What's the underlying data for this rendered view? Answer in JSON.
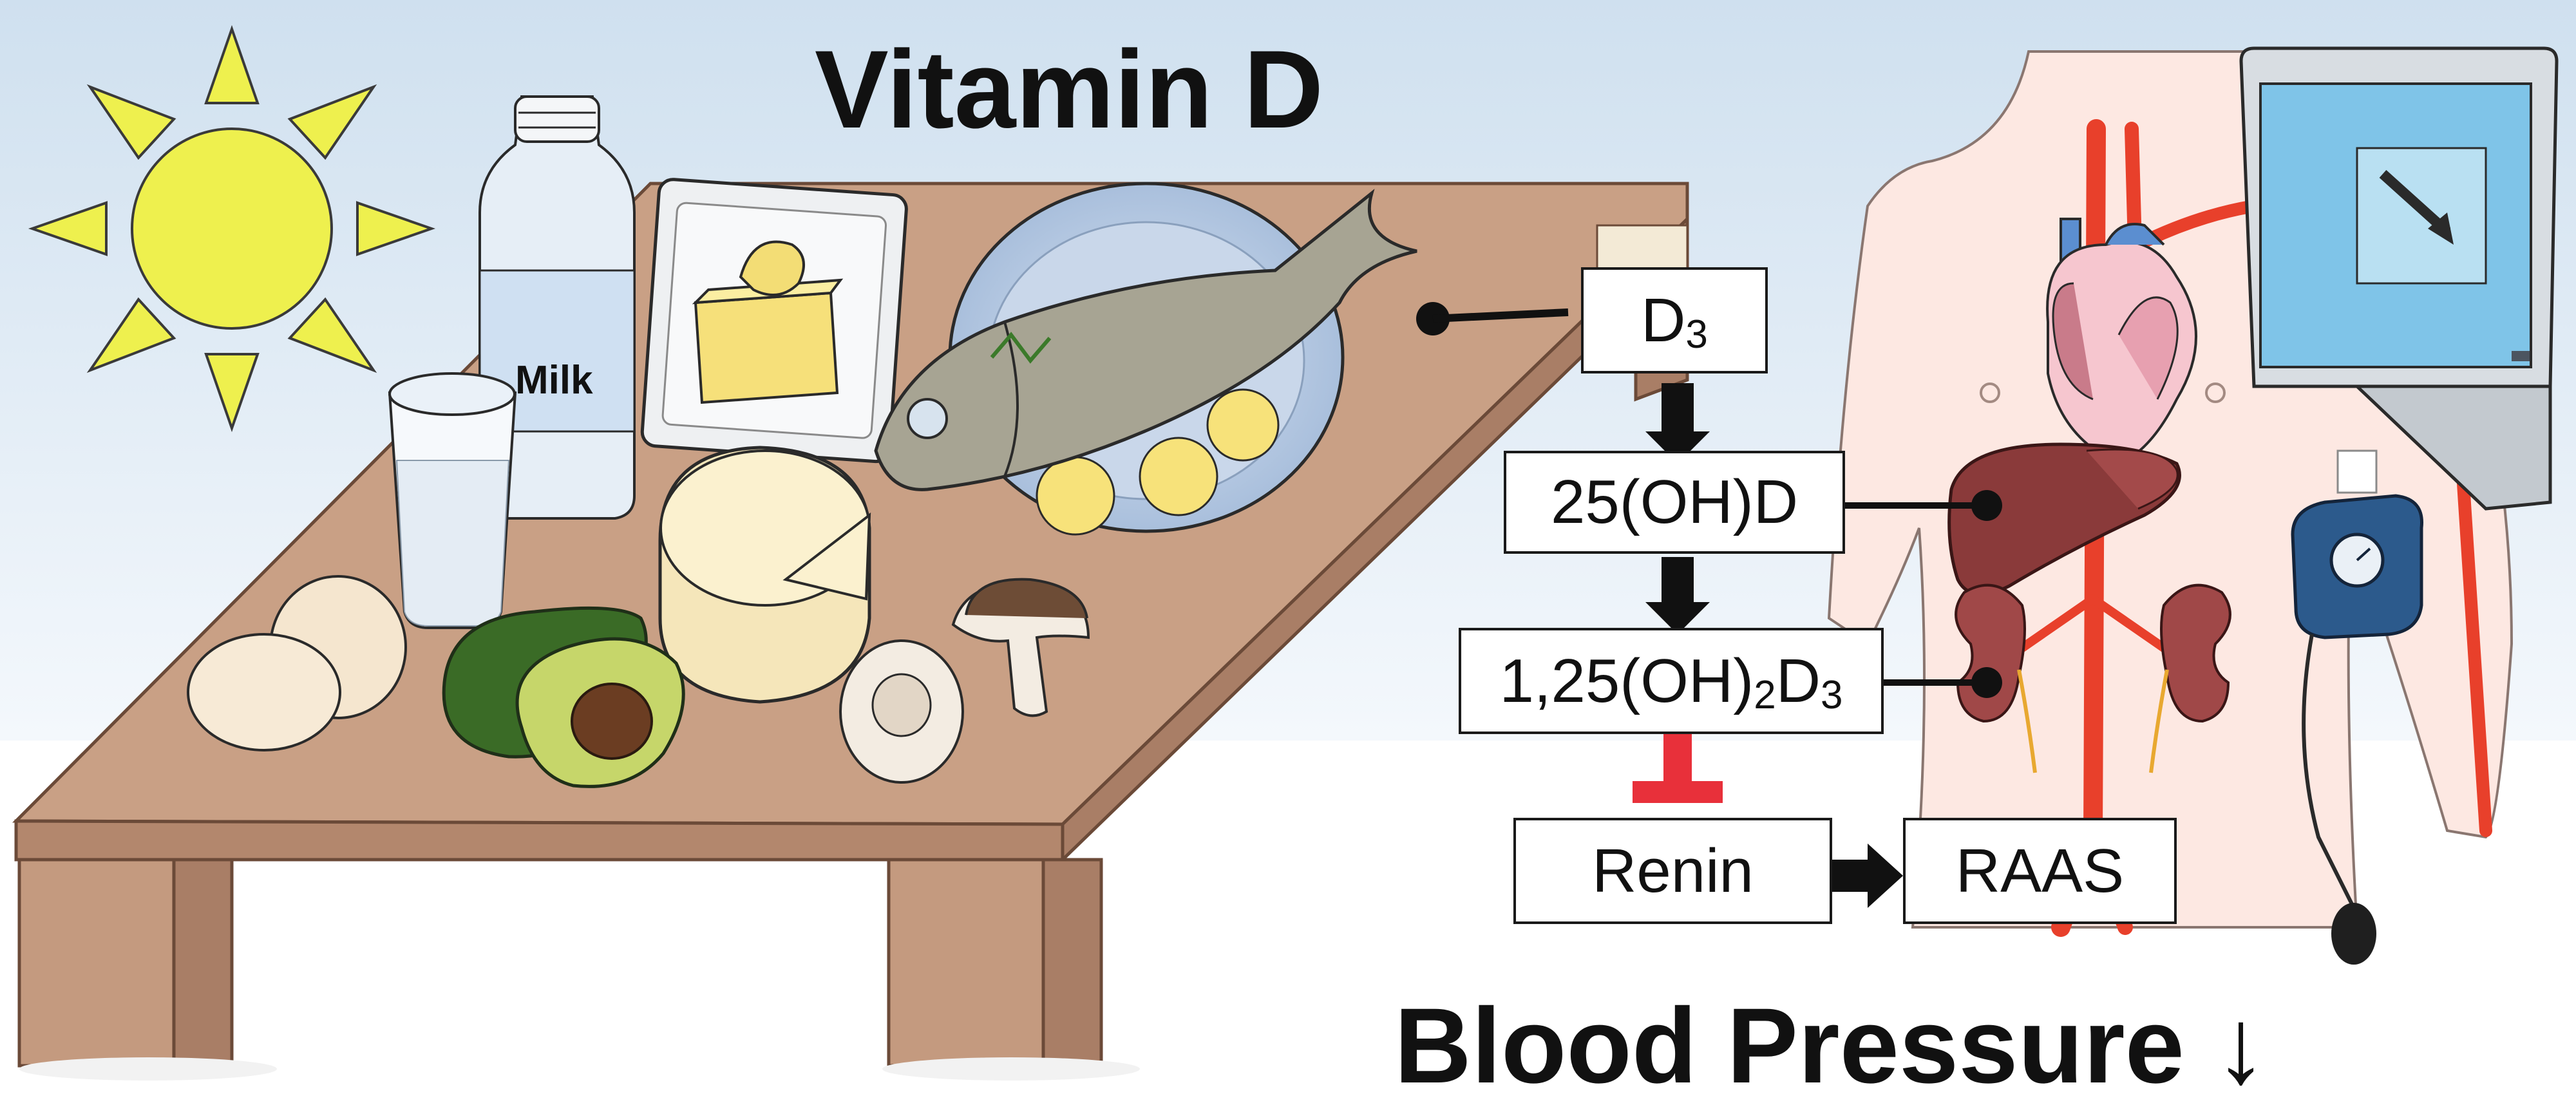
{
  "title": "Vitamin D",
  "bottle_label": "Milk",
  "pathway": {
    "d3": {
      "main": "D",
      "sub": "3"
    },
    "hydroxy": "25(OH)D",
    "active": {
      "a": "1,25(OH)",
      "sub1": "2",
      "b": "D",
      "sub2": "3"
    },
    "renin": "Renin",
    "raas": "RAAS"
  },
  "outcome": "Blood Pressure ↓",
  "colors": {
    "sky": "#d9e7f3",
    "table": "#c49a7f",
    "table_edge": "#a97e66",
    "sun": "#eef04e",
    "artery": "#e8402b",
    "inhibit": "#e8303a",
    "cuff": "#2c5a8c"
  },
  "icons": [
    "sun-icon",
    "milk-bottle-icon",
    "water-glass-icon",
    "butter-icon",
    "fish-plate-icon",
    "cheese-icon",
    "eggs-icon",
    "avocado-icon",
    "mushroom-icon",
    "heart-icon",
    "liver-icon",
    "kidney-icon",
    "laptop-icon",
    "blood-pressure-cuff-icon"
  ]
}
